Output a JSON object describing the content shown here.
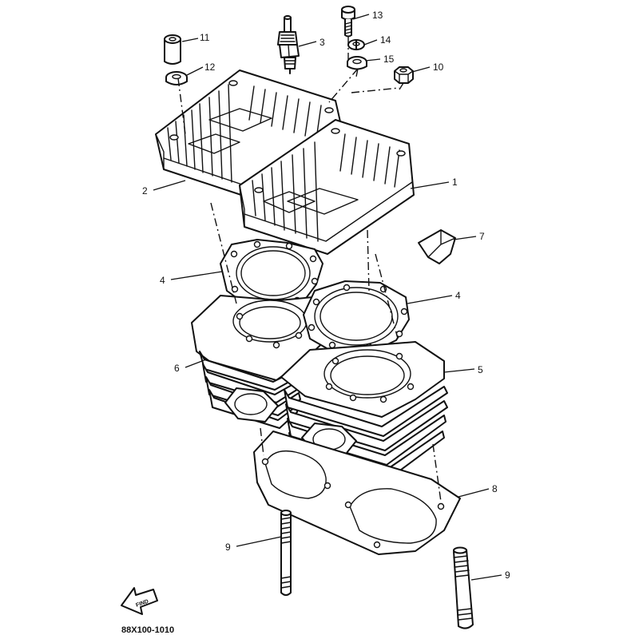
{
  "diagram": {
    "callouts": {
      "c1": "1",
      "c2": "2",
      "c3": "3",
      "c4a": "4",
      "c4b": "4",
      "c5": "5",
      "c6": "6",
      "c7": "7",
      "c8": "8",
      "c9a": "9",
      "c9b": "9",
      "c10": "10",
      "c11": "11",
      "c12": "12",
      "c13": "13",
      "c14": "14",
      "c15": "15"
    },
    "find_icon": "FIND",
    "diagram_code": "88X100-1010"
  }
}
